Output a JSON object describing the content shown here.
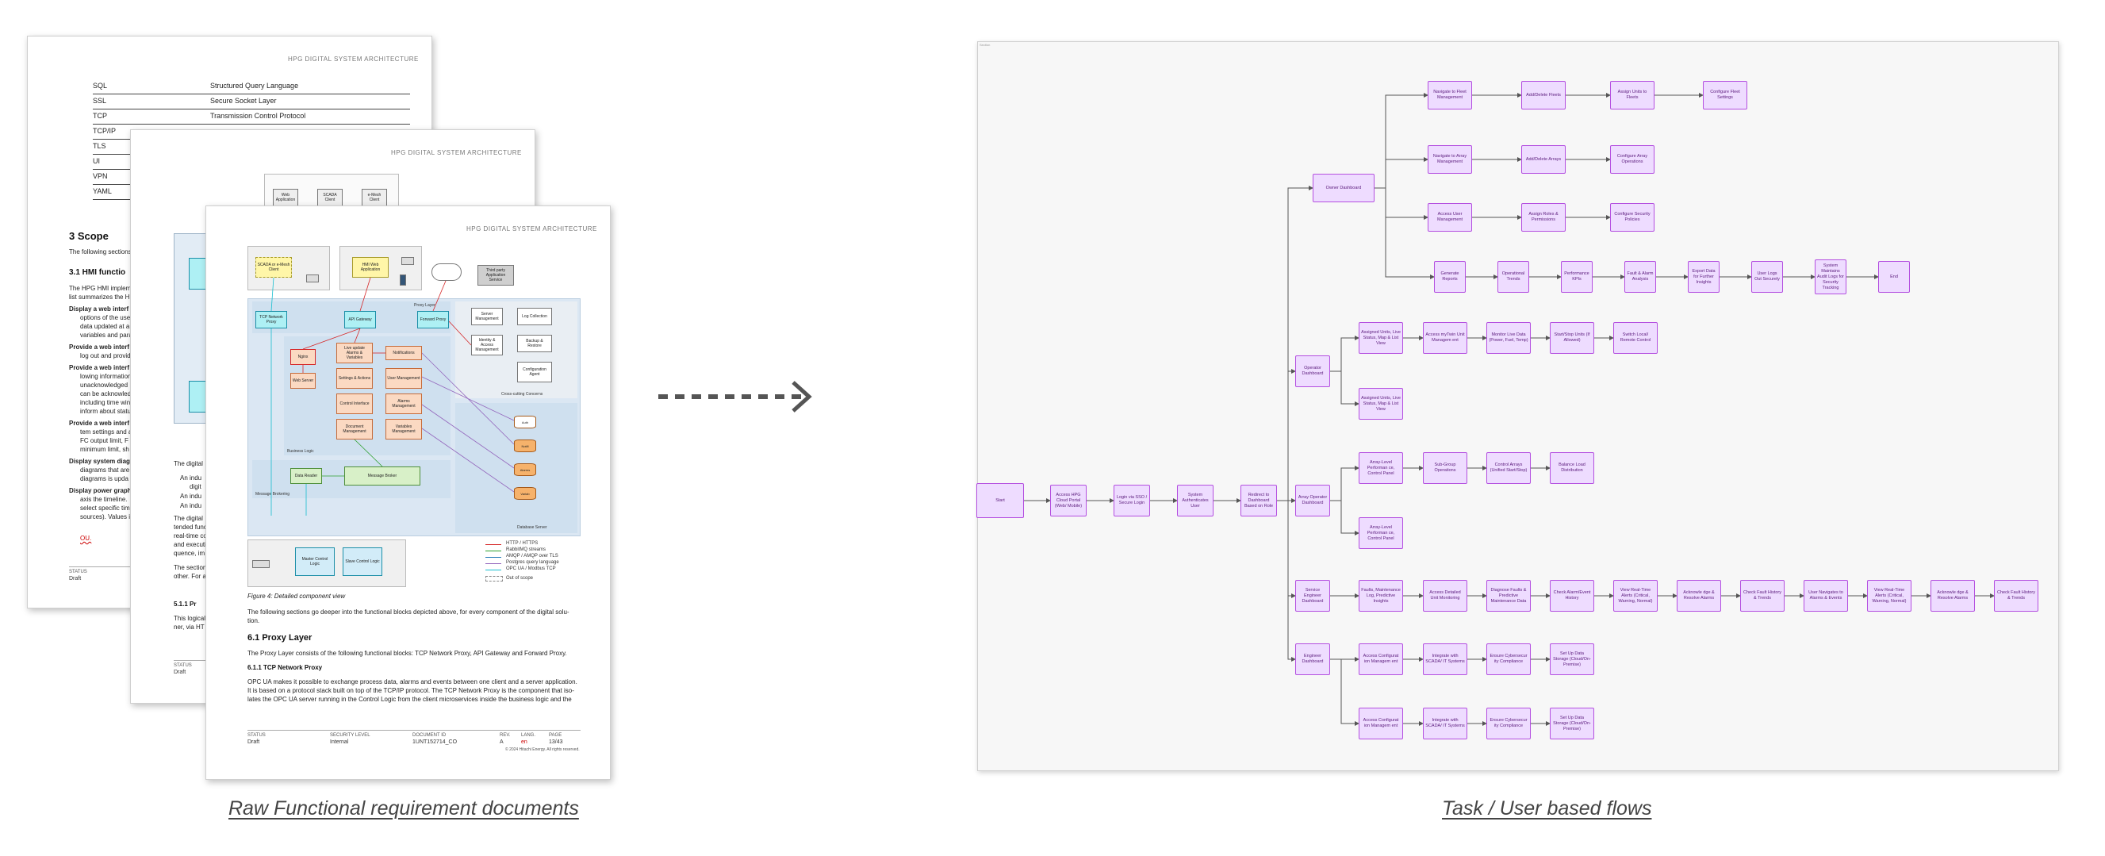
{
  "left_panel": {
    "caption": "Raw Functional requirement documents",
    "page1": {
      "header": "HPG DIGITAL SYSTEM ARCHITECTURE",
      "glossary": [
        {
          "abbr": "SQL",
          "def": "Structured Query Language"
        },
        {
          "abbr": "SSL",
          "def": "Secure Socket Layer"
        },
        {
          "abbr": "TCP",
          "def": "Transmission Control Protocol"
        },
        {
          "abbr": "TCP/IP",
          "def": ""
        },
        {
          "abbr": "TLS",
          "def": ""
        },
        {
          "abbr": "UI",
          "def": ""
        },
        {
          "abbr": "VPN",
          "def": ""
        },
        {
          "abbr": "YAML",
          "def": ""
        }
      ],
      "section": "3   Scope",
      "section_intro": "The following sections",
      "subsection": "3.1   HMI functio",
      "para_1": "The HPG HMI implem",
      "para_2": "list summarizes the H",
      "items": [
        {
          "bold": "Display a web interf",
          "lines": [
            "options of the use",
            "data updated at a",
            "variables and para"
          ]
        },
        {
          "bold": "Provide a web interf",
          "lines": [
            "log out and provid"
          ]
        },
        {
          "bold": "Provide a web interf",
          "lines": [
            "lowing information",
            "unacknowledged",
            "can be acknowled",
            "including time win",
            "inform about statu"
          ]
        },
        {
          "bold": "Provide a web interf",
          "lines": [
            "tem settings and a",
            "FC output limit, F",
            "minimum limit, sh"
          ]
        },
        {
          "bold": "Display system diag",
          "lines": [
            "diagrams that are",
            "diagrams is upda"
          ]
        },
        {
          "bold": "Display power graph",
          "lines": [
            "axis the timeline.",
            "select specific tim",
            "sources). Values i"
          ]
        }
      ],
      "ou_mark": "OU.",
      "status_label": "STATUS",
      "status_value": "Draft"
    },
    "page2": {
      "header": "HPG DIGITAL SYSTEM ARCHITECTURE",
      "clients": [
        "Web Application",
        "SCADA Client",
        "e-Mesh Client"
      ],
      "texts": [
        "The digital",
        "An indu",
        "digit",
        "An indu",
        "An indu",
        "The digital",
        "tended func",
        "real-time co",
        "and executi",
        "quence, im",
        "The section",
        "other. For a"
      ],
      "sub_heading": "5.1.1   Pr",
      "sub_text_1": "This logical",
      "sub_text_2": "ner, via HT",
      "status_label": "STATUS",
      "status_value": "Draft"
    },
    "page3": {
      "header": "HPG DIGITAL SYSTEM ARCHITECTURE",
      "components": {
        "scada": "SCADA or e-Mesh Client",
        "hmi_web": "HMI Web Application",
        "third_party": "Third party Application Service",
        "tcp_proxy": "TCP Network Proxy",
        "api_gateway": "API Gateway",
        "forward_proxy": "Forward Proxy",
        "nginx": "Nginx",
        "web_server": "Web Server",
        "live_update": "Live update Alarms & Variables",
        "notifications": "Notifications",
        "settings": "Settings & Actions",
        "user_mgmt": "User Management",
        "control_if": "Control Interface",
        "alarms_mgmt": "Alarms Management",
        "document_mgmt": "Document Management",
        "variables_mgmt": "Variables Management",
        "data_reader": "Data Reader",
        "message_broker": "Message Broker",
        "server_mgmt": "Server Management",
        "log_collection": "Log Collection",
        "identity": "Identity & Access Management",
        "backup": "Backup & Restore",
        "config_agent": "Configuration Agent",
        "master_logic": "Master Control Logic",
        "slave_logic": "Slave Control Logic",
        "db_auth": "Auth",
        "db_notif": "Notifi",
        "db_alarms": "Alarms",
        "db_variab": "Variab"
      },
      "zones": {
        "proxy_layer": "Proxy Layer",
        "business_logic": "Business Logic",
        "message_brokering": "Message Brokering",
        "database_server": "Database Server",
        "cross_cutting": "Cross-cutting Concerns"
      },
      "legend": [
        {
          "label": "HTTP / HTTPS",
          "color": "#d62728"
        },
        {
          "label": "RabbitMQ streams",
          "color": "#2ca02c"
        },
        {
          "label": "AMQP / AMQP over TLS",
          "color": "#1f77b4"
        },
        {
          "label": "Postgres query language",
          "color": "#9467bd"
        },
        {
          "label": "OPC UA / Modbus TCP",
          "color": "#17becf"
        },
        {
          "label": "Out of scope",
          "color": "#888888"
        }
      ],
      "figure_caption": "Figure 4: Detailed component view",
      "intro_text_1": "The following sections go deeper into the functional blocks depicted above, for every component of the digital solu-",
      "intro_text_2": "tion.",
      "heading_61": "6.1    Proxy Layer",
      "text_61": "The Proxy Layer consists of the following functional blocks: TCP Network Proxy, API Gateway and Forward Proxy.",
      "heading_611": "6.1.1    TCP Network Proxy",
      "text_611_1": "OPC UA makes it possible to exchange process data, alarms and events between one client and a server application.",
      "text_611_2": "It is based on a protocol stack built on top of the TCP/IP protocol. The TCP Network Proxy is the component that iso-",
      "text_611_3": "lates the OPC UA server running in the Control Logic from the client microservices inside the business logic and the",
      "footer": {
        "status_label": "STATUS",
        "status_value": "Draft",
        "security_label": "SECURITY LEVEL",
        "security_value": "Internal",
        "docid_label": "DOCUMENT ID",
        "docid_value": "1UNT152714_CO",
        "rev_label": "REV.",
        "rev_value": "A",
        "lang_label": "LANG.",
        "lang_value": "en",
        "page_label": "PAGE",
        "page_value": "13/43",
        "copyright": "© 2024 Hitachi Energy. All rights reserved."
      }
    }
  },
  "right_panel": {
    "caption": "Task / User based flows",
    "canvas_label": "Section",
    "node_color": "#b44fe0",
    "node_fill": "#eedcff",
    "nodes": {
      "start": "Start",
      "access": "Access HPG Cloud Portal (Web/ Mobile)",
      "login": "Login via SSO / Secure Login",
      "auth": "System Authenticates User",
      "redirect": "Redirect to Dashboard Based on Role",
      "owner": "Owner Dashboard",
      "o1a": "Navigate to Fleet Management",
      "o1b": "Add/Delete Fleets",
      "o1c": "Assign Units to Fleets",
      "o1d": "Configure Fleet Settings",
      "o2a": "Navigate to Array Management",
      "o2b": "Add/Delete Arrays",
      "o2c": "Configure Array Operations",
      "o3a": "Access User Management",
      "o3b": "Assign Roles & Permissions",
      "o3c": "Configure Security Policies",
      "o4a": "Generate Reports",
      "o4b": "Operational Trends",
      "o4c": "Performance KPIs",
      "o4d": "Fault & Alarm Analysis",
      "o4e": "Export Data for Further Insights",
      "o4f": "User Logs Out Securely",
      "o4g": "System Maintains Audit Logs for Security Tracking",
      "end": "End",
      "operator": "Operator Dashboard",
      "op1a": "Assigned Units, Live Status, Map & List View",
      "op1b": "Access myTwin Unit Managem ent",
      "op1c": "Monitor Live Data (Power, Fuel, Temp)",
      "op1d": "Start/Stop Units (If Allowed)",
      "op1e": "Switch Local/ Remote Control",
      "op2a": "Assigned Units, Live Status, Map & List View",
      "array_op": "Array Operator Dashboard",
      "ar1a": "Array-Level Performan ce, Control Panel",
      "ar1b": "Sub-Group Operations",
      "ar1c": "Control Arrays (Unified Start/Stop)",
      "ar1d": "Balance Load Distribution",
      "ar2a": "Array-Level Performan ce, Control Panel",
      "service": "Service Engineer Dashboard",
      "s1": "Faults, Maintenance Log, Predictive Insights",
      "s2": "Access Detailed Unit Monitoring",
      "s3": "Diagnose Faults & Predictive Maintenance Data",
      "s4": "Check Alarm/Event History",
      "s5": "View Real-Time Alerts (Critical, Warning, Normal)",
      "s6": "Acknowle dge & Resolve Alarms",
      "s7": "Check Fault History & Trends",
      "s8": "User Navigates to Alarms & Events",
      "s9": "View Real-Time Alerts (Critical, Warning, Normal)",
      "s10": "Acknowle dge & Resolve Alarms",
      "s11": "Check Fault History & Trends",
      "engineer": "Engineer Dashboard",
      "e1a": "Access Configurat ion Managem ent",
      "e1b": "Integrate with SCADA/ IT Systems",
      "e1c": "Ensure Cybersecur ity Compliance",
      "e1d": "Set Up Data Storage (Cloud/On-Premise)",
      "e2a": "Access Configurat ion Managem ent",
      "e2b": "Integrate with SCADA/ IT Systems",
      "e2c": "Ensure Cybersecur ity Compliance",
      "e2d": "Set Up Data Storage (Cloud/On-Premise)"
    }
  }
}
